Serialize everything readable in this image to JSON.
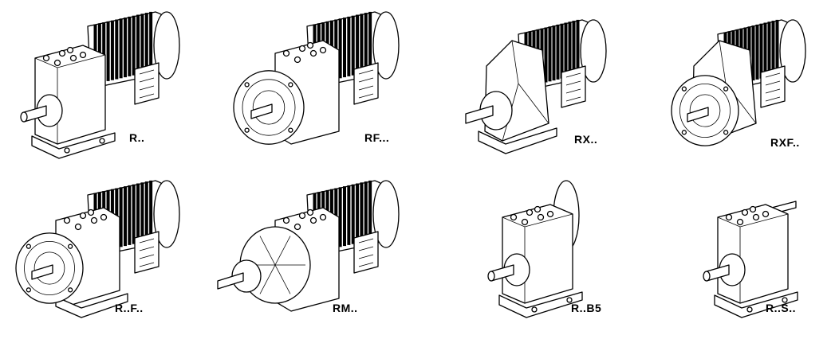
{
  "products": [
    {
      "id": "r",
      "label": "R.."
    },
    {
      "id": "rf",
      "label": "RF..."
    },
    {
      "id": "rx",
      "label": "RX.."
    },
    {
      "id": "rxf",
      "label": "RXF.."
    },
    {
      "id": "rdotf",
      "label": "R..F.."
    },
    {
      "id": "rm",
      "label": "RM.."
    },
    {
      "id": "rb5",
      "label": "R..B5"
    },
    {
      "id": "rs",
      "label": "R..S.."
    }
  ]
}
